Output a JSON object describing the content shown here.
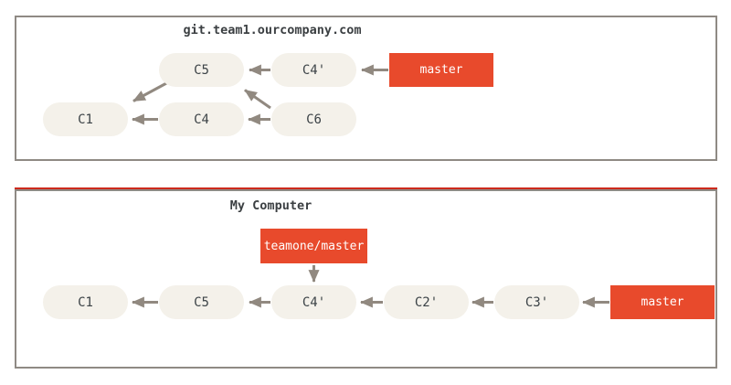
{
  "diagram": {
    "type": "git-commit-graph",
    "background": "#ffffff",
    "colors": {
      "commit_fill": "#f4f1ea",
      "commit_text": "#3c4347",
      "branch_fill": "#e84a2c",
      "branch_text": "#ffffff",
      "arrow": "#918980",
      "panel_border": "#8f8a84",
      "panel_local_accent_line": "#cd2a1c",
      "title_text": "#3b3f42"
    },
    "panels": [
      {
        "title": "git.team1.ourcompany.com",
        "commits": [
          {
            "label": "C5"
          },
          {
            "label": "C4'"
          },
          {
            "label": "C1"
          },
          {
            "label": "C4"
          },
          {
            "label": "C6"
          }
        ],
        "branches": [
          {
            "label": "master"
          }
        ],
        "edges": [
          {
            "from": "C5",
            "to": "C1"
          },
          {
            "from": "C4",
            "to": "C1"
          },
          {
            "from": "C6",
            "to": "C4"
          },
          {
            "from": "C6",
            "to": "C5"
          },
          {
            "from": "C4'",
            "to": "C5"
          },
          {
            "from": "master",
            "to": "C4'"
          }
        ]
      },
      {
        "title": "My Computer",
        "commits": [
          {
            "label": "C1"
          },
          {
            "label": "C5"
          },
          {
            "label": "C4'"
          },
          {
            "label": "C2'"
          },
          {
            "label": "C3'"
          }
        ],
        "branches": [
          {
            "label": "teamone/master"
          },
          {
            "label": "master"
          }
        ],
        "edges": [
          {
            "from": "C5",
            "to": "C1"
          },
          {
            "from": "C4'",
            "to": "C5"
          },
          {
            "from": "C2'",
            "to": "C4'"
          },
          {
            "from": "C3'",
            "to": "C2'"
          },
          {
            "from": "master",
            "to": "C3'"
          },
          {
            "from": "teamone/master",
            "to": "C4'"
          }
        ]
      }
    ]
  }
}
